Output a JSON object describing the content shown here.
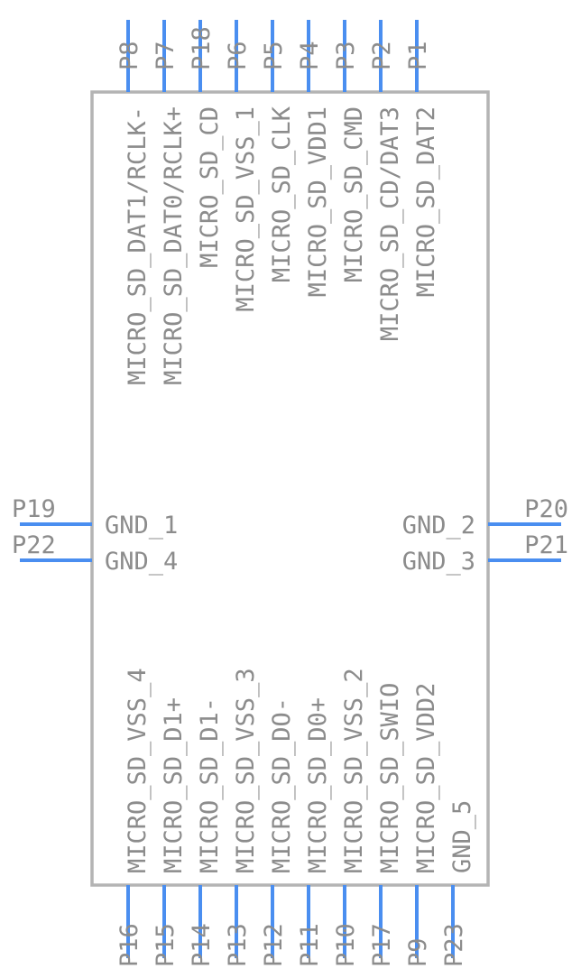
{
  "component": {
    "top_pins": [
      {
        "number": "P8",
        "name": "MICRO_SD_DAT1/RCLK-"
      },
      {
        "number": "P7",
        "name": "MICRO_SD_DAT0/RCLK+"
      },
      {
        "number": "P18",
        "name": "MICRO_SD_CD"
      },
      {
        "number": "P6",
        "name": "MICRO_SD_VSS_1"
      },
      {
        "number": "P5",
        "name": "MICRO_SD_CLK"
      },
      {
        "number": "P4",
        "name": "MICRO_SD_VDD1"
      },
      {
        "number": "P3",
        "name": "MICRO_SD_CMD"
      },
      {
        "number": "P2",
        "name": "MICRO_SD_CD/DAT3"
      },
      {
        "number": "P1",
        "name": "MICRO_SD_DAT2"
      }
    ],
    "left_pins": [
      {
        "number": "P19",
        "name": "GND_1"
      },
      {
        "number": "P22",
        "name": "GND_4"
      }
    ],
    "right_pins": [
      {
        "number": "P20",
        "name": "GND_2"
      },
      {
        "number": "P21",
        "name": "GND_3"
      }
    ],
    "bottom_pins": [
      {
        "number": "P16",
        "name": "MICRO_SD_VSS_4"
      },
      {
        "number": "P15",
        "name": "MICRO_SD_D1+"
      },
      {
        "number": "P14",
        "name": "MICRO_SD_D1-"
      },
      {
        "number": "P13",
        "name": "MICRO_SD_VSS_3"
      },
      {
        "number": "P12",
        "name": "MICRO_SD_DO-"
      },
      {
        "number": "P11",
        "name": "MICRO_SD_D0+"
      },
      {
        "number": "P10",
        "name": "MICRO_SD_VSS_2"
      },
      {
        "number": "P17",
        "name": "MICRO_SD_SWIO"
      },
      {
        "number": "P9",
        "name": "MICRO_SD_VDD2"
      },
      {
        "number": "P23",
        "name": "GND_5"
      }
    ],
    "colors": {
      "pin": "#4a8ef0",
      "outline": "#b4b4b4",
      "text": "#8c8c8c"
    }
  }
}
